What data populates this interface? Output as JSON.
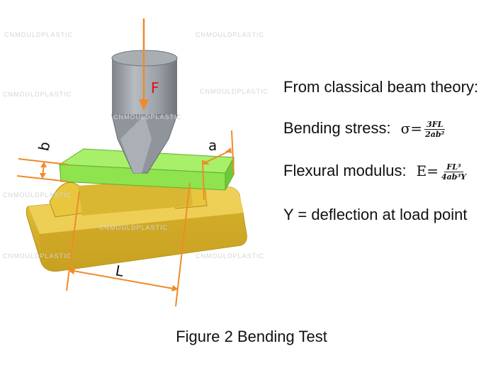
{
  "diagram": {
    "force_label": "F",
    "label_b": "b",
    "label_a": "a",
    "label_L": "L"
  },
  "equations": {
    "heading": "From classical beam theory:",
    "stress_label": "Bending stress:",
    "stress_symbol": "σ=",
    "stress_num": "3FL",
    "stress_den": "2ab²",
    "modulus_label": "Flexural modulus:",
    "modulus_symbol": "E=",
    "modulus_num": "FL³",
    "modulus_den": "4ab³Y",
    "deflection_text": "Y = deflection at load point"
  },
  "caption": "Figure 2  Bending Test",
  "watermark": "CNMOULDPLASTIC",
  "colors": {
    "force_arrow": "#f08a2b",
    "force_label": "#e0101a",
    "specimen": "#8ee34f",
    "support": "#e9c43a",
    "support_shade": "#c9a320",
    "indenter": "#9aa0a6",
    "dimension_lines": "#f08a2b"
  }
}
